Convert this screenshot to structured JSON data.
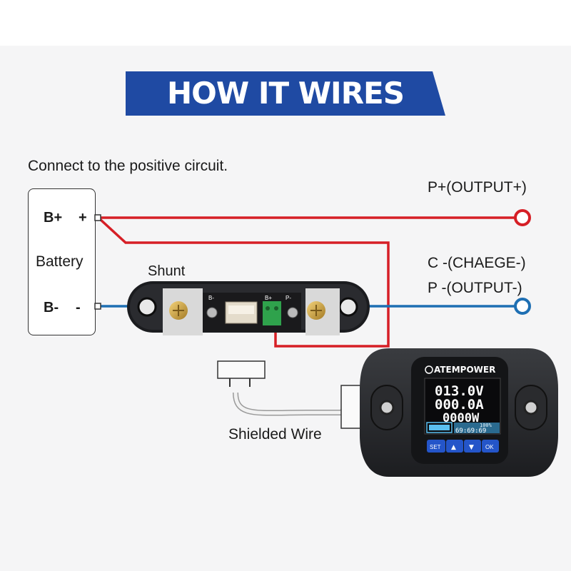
{
  "title": "HOW IT WIRES",
  "instruction": "Connect to the positive circuit.",
  "battery": {
    "label": "Battery",
    "pos_terminal": "B+",
    "pos_sign": "+",
    "neg_terminal": "B-",
    "neg_sign": "-"
  },
  "shunt": {
    "label": "Shunt",
    "pin_b_minus": "B-",
    "pin_b_plus": "B+",
    "pin_p_minus": "P-"
  },
  "outputs": {
    "p_plus": "P+(OUTPUT+)",
    "c_minus": "C -(CHAEGE-)",
    "p_minus": "P -(OUTPUT-)"
  },
  "cable_label": "Shielded Wire",
  "meter": {
    "brand": "ATEMPOWER",
    "voltage": "013.0V",
    "current": "000.0A",
    "power": "0000W",
    "battery_percent": "100%",
    "time": "69:69:69",
    "buttons": [
      "SET",
      "▲",
      "▼",
      "OK"
    ]
  },
  "colors": {
    "banner": "#1f4aa3",
    "positive_wire": "#d61f26",
    "negative_wire": "#1e6fb3",
    "screen_text": "#ffffff",
    "screen_accent": "#5bc0f0",
    "button_blue": "#2455c9"
  }
}
